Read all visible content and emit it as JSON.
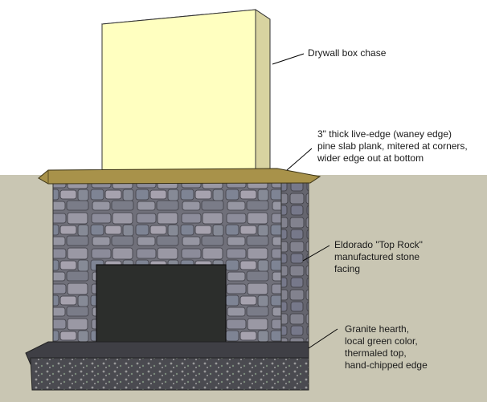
{
  "callouts": {
    "chase": {
      "lines": [
        "Drywall box chase"
      ]
    },
    "mantel": {
      "lines": [
        "3\" thick live-edge (waney edge)",
        "pine slab plank, mitered at corners,",
        "wider edge out at bottom"
      ]
    },
    "stone": {
      "lines": [
        "Eldorado \"Top Rock\"",
        "manufactured stone",
        "facing"
      ]
    },
    "hearth": {
      "lines": [
        "Granite hearth,",
        "local green color,",
        "thermaled top,",
        "hand-chipped edge"
      ]
    }
  },
  "colors": {
    "sky": "#ffffff",
    "ground": "#c9c6b3",
    "chase_front": "#ffffc0",
    "chase_side": "#d8d3a0",
    "chase_top": "#f4f2dc",
    "mantel": "#a8924a",
    "stone_base": "#7f7f8a",
    "firebox": "#2c2e2c",
    "hearth": "#3f3f45"
  }
}
